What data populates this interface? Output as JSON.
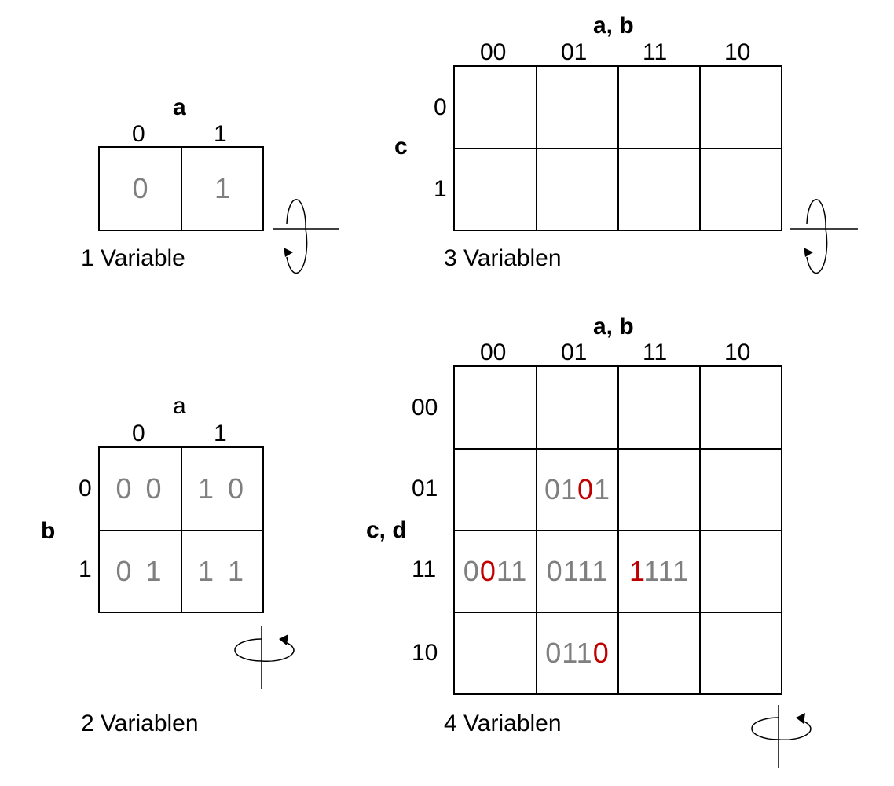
{
  "map1": {
    "var_label": "a",
    "col_headers": [
      "0",
      "1"
    ],
    "cells": [
      "0",
      "1"
    ],
    "caption": "1 Variable"
  },
  "map2": {
    "var_col": "a",
    "var_row": "b",
    "col_headers": [
      "0",
      "1"
    ],
    "row_headers": [
      "0",
      "1"
    ],
    "cells": [
      [
        "0 0",
        "1 0"
      ],
      [
        "0 1",
        "1 1"
      ]
    ],
    "caption": "2 Variablen"
  },
  "map3": {
    "var_col": "a, b",
    "var_row": "c",
    "col_headers": [
      "00",
      "01",
      "11",
      "10"
    ],
    "row_headers": [
      "0",
      "1"
    ],
    "caption": "3 Variablen"
  },
  "map4": {
    "var_col": "a, b",
    "var_row": "c, d",
    "col_headers": [
      "00",
      "01",
      "11",
      "10"
    ],
    "row_headers": [
      "00",
      "01",
      "11",
      "10"
    ],
    "cells": {
      "r1c1": {
        "pre": "01",
        "hi": "0",
        "post": "1"
      },
      "r2c0": {
        "pre": "0",
        "hi": "0",
        "post": "11"
      },
      "r2c1": {
        "pre": "0111",
        "hi": "",
        "post": ""
      },
      "r2c2": {
        "pre": "",
        "hi": "1",
        "post": "111"
      },
      "r3c1": {
        "pre": "011",
        "hi": "0",
        "post": ""
      }
    },
    "caption": "4 Variablen"
  },
  "colors": {
    "cell_text": "#7f7f7f",
    "highlight": "#c00000",
    "lines": "#000000"
  }
}
